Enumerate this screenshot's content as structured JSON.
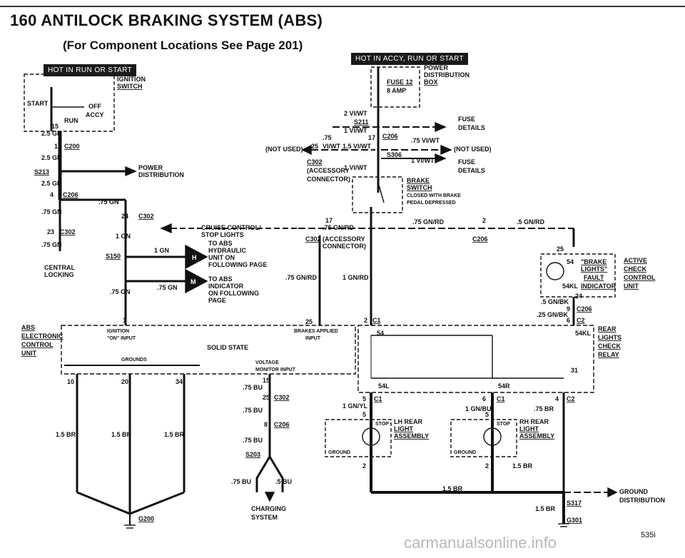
{
  "header": {
    "page_title": "160 ANTILOCK BRAKING SYSTEM (ABS)",
    "subtitle": "(For Component Locations See Page 201)",
    "hot_left": "HOT IN RUN OR START",
    "hot_right": "HOT IN ACCY, RUN OR START"
  },
  "ignition_switch": {
    "title": "IGNITION",
    "title2": "SWITCH",
    "start": "START",
    "off": "OFF",
    "accy": "ACCY",
    "run": "RUN",
    "pin": "15"
  },
  "left_wires": {
    "w1": "2.5 GN",
    "c200": "C200",
    "c200_pin": "1",
    "w2": "2.5 GN",
    "s213": "S213",
    "w3": "2.5 GN",
    "c206": "C206",
    "c206_pin": "4",
    "w4": ".75 GN",
    "w5": ".75 GN",
    "c302a": "C302",
    "c302a_pin": "23",
    "w6": ".75 GN",
    "central_locking_1": "CENTRAL",
    "central_locking_2": "LOCKING",
    "c302b": "C302",
    "c302b_pin": "24",
    "w7": "1 GN",
    "s150": "S150",
    "w8": "1 GN",
    "w9": ".75 GN",
    "w10": ".75 GN",
    "power_dist_1": "POWER",
    "power_dist_2": "DISTRIBUTION"
  },
  "arrow_notes": {
    "hyd_1": "TO ABS",
    "hyd_2": "HYDRAULIC",
    "hyd_3": "UNIT ON",
    "hyd_4": "FOLLOWING PAGE",
    "ind_1": "TO ABS",
    "ind_2": "INDICATOR",
    "ind_3": "ON FOLLOWING",
    "ind_4": "PAGE",
    "h_letter": "H",
    "m_letter": "M"
  },
  "cruise": {
    "label1": "CRUISE CONTROL/",
    "label2": "STOP LIGHTS",
    "pin17": "17",
    "w": ".75 GN/RD",
    "c302": "C302",
    "acc1": "(ACCESSORY",
    "acc2": "CONNECTOR)",
    "w2": ".75 GN/RD",
    "w3": "1 GN/RD",
    "w4": ".75 GN/RD",
    "c206": "C206",
    "pin2": "2",
    "w5": ".5 GN/RD",
    "pin25": "25"
  },
  "fuse_area": {
    "power_dist_1": "POWER",
    "power_dist_2": "DISTRIBUTION",
    "power_dist_3": "BOX",
    "fuse": "FUSE 12",
    "amp": "8 AMP",
    "w1": "2 VI/WT",
    "s211": "S211",
    "w2": "1 VI/WT",
    "fuse_details_1": "FUSE",
    "fuse_details_2": "DETAILS",
    "p75": ".75",
    "p25": "25",
    "vi": "VI/WT",
    "w3": "1.5 VI/WT",
    "pin17": "17",
    "c206": "C206",
    "w4": ".75 VI/WT",
    "not_used_left": "(NOT USED)",
    "not_used_right": "(NOT USED)",
    "c302": "C302",
    "acc1": "(ACCESSORY",
    "acc2": "CONNECTOR)",
    "w5": "1 VI/WT",
    "s306": "S306",
    "w6": "1 VI/WT",
    "fuse_details2_1": "FUSE",
    "fuse_details2_2": "DETAILS",
    "brake_1": "BRAKE",
    "brake_2": "SWITCH",
    "brake_3": "CLOSED WITH BRAKE",
    "brake_4": "PEDAL DEPRESSED"
  },
  "abs_unit": {
    "label1": "ABS",
    "label2": "ELECTRONIC",
    "label3": "CONTROL",
    "label4": "UNIT",
    "ign1": "IGNITION",
    "ign2": "\"ON\" INPUT",
    "pin1": "1",
    "grounds": "GROUNDS",
    "solid": "SOLID STATE",
    "brakes1": "BRAKES APPLIED",
    "brakes2": "INPUT",
    "pin25": "25",
    "volt1": "VOLTAGE",
    "volt2": "MONITOR INPUT",
    "pin10": "10",
    "pin20": "20",
    "pin34": "34",
    "pin15": "15"
  },
  "bottom_left": {
    "w1": "1.5 BR",
    "w2": "1.5 BR",
    "w3": "1.5 BR",
    "g200": "G200"
  },
  "charging": {
    "w1": ".75 BU",
    "c302": "C302",
    "c302_pin": "25",
    "w2": ".75 BU",
    "c206": "C206",
    "c206_pin": "8",
    "w3": ".75 BU",
    "s203": "S203",
    "w4": ".75 BU",
    "w5": ".5 BU",
    "label1": "CHARGING",
    "label2": "SYSTEM"
  },
  "check_relay": {
    "label1": "REAR",
    "label2": "LIGHTS",
    "label3": "CHECK",
    "label4": "RELAY",
    "c1": "C1",
    "pin2": "2",
    "pin54": "54",
    "pin54kl": "54KL",
    "pin31": "31",
    "pin54l": "54L",
    "pin54r": "54R",
    "c2": "C2",
    "pin6": "6",
    "w1": ".25 GN/BK",
    "c206": "C206",
    "pin9": "9",
    "w2": ".5 GN/BK",
    "pin24": "24"
  },
  "active_check": {
    "label1": "ACTIVE",
    "label2": "CHECK",
    "label3": "CONTROL",
    "label4": "UNIT",
    "ind1": "\"BRAKE",
    "ind2": "LIGHTS\"",
    "ind3": "FAULT",
    "ind4": "INDICATOR",
    "pin54": "54",
    "pin54kl": "54KL"
  },
  "rear_lights": {
    "lh1": "LH REAR",
    "lh2": "LIGHT",
    "lh3": "ASSEMBLY",
    "rh1": "RH REAR",
    "rh2": "LIGHT",
    "rh3": "ASSEMBLY",
    "stop": "STOP",
    "ground": "GROUND",
    "c1a": "C1",
    "c1a_pin": "5",
    "w1": "1 GN/YL",
    "c1b": "C1",
    "c1b_pin": "6",
    "w2": "1 GN/BU",
    "c2": "C2",
    "c2_pin": "4",
    "w3": ".75 BR",
    "pin5a": "5",
    "pin5b": "5",
    "pin2a": "2",
    "pin2b": "2",
    "w4": "1.5 BR",
    "w5": "1.5 BR",
    "w6": "1.5 BR",
    "s317": "S317",
    "g301": "G301",
    "gd1": "GROUND",
    "gd2": "DISTRIBUTION"
  },
  "footer": {
    "watermark": "carmanualsonline.info",
    "code": "535i"
  }
}
